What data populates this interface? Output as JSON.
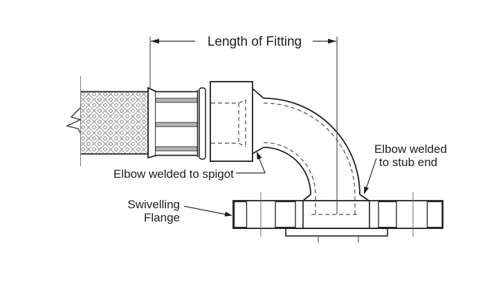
{
  "labels": {
    "dimension": "Length of Fitting",
    "weld_spigot": "Elbow welded to spigot",
    "weld_stub_line1": "Elbow welded",
    "weld_stub_line2": "to stub end",
    "flange_line1": "Swivelling",
    "flange_line2": "Flange"
  },
  "colors": {
    "line": "#1b1b1b",
    "braid": "#9a9a9a",
    "metal_band": "#b4b4b4",
    "collar": "#c9c9c9",
    "background": "#ffffff"
  }
}
